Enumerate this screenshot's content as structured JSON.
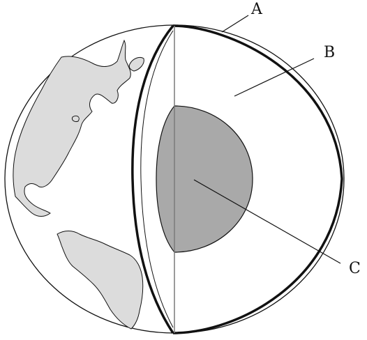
{
  "diagram": {
    "labels": {
      "a": "A",
      "b": "B",
      "c": "C"
    },
    "colors": {
      "background": "#ffffff",
      "outline": "#111111",
      "land": "#dcdcdc",
      "core": "#a9a9a9",
      "axis": "#7a7a7a"
    }
  }
}
